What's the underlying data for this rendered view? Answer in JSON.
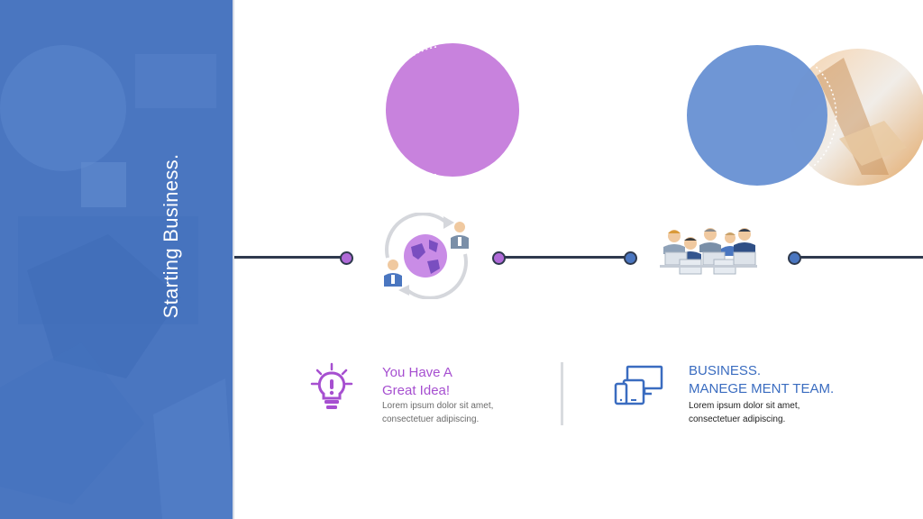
{
  "slide": {
    "sidebar_title": "Starting Business.",
    "colors": {
      "sidebar": "#4a76c0",
      "purple": "#c882dd",
      "blue": "#4a76c0",
      "timeline": "#2f3a4e",
      "heading_purple": "#a64fd0",
      "heading_blue": "#3a6cc0"
    }
  },
  "features": [
    {
      "icon": "lightbulb-icon",
      "title_line1": "You Have A",
      "title_line2": "Great Idea!",
      "body_line1": "Lorem ipsum dolor sit amet,",
      "body_line2": "consectetuer adipiscing."
    },
    {
      "icon": "devices-icon",
      "title_line1": "BUSINESS.",
      "title_line2": "MANEGE MENT TEAM.",
      "body_line1": "Lorem ipsum dolor sit amet,",
      "body_line2": "consectetuer adipiscing."
    }
  ],
  "illustrations": [
    "global-network-icon",
    "team-meeting-icon"
  ]
}
